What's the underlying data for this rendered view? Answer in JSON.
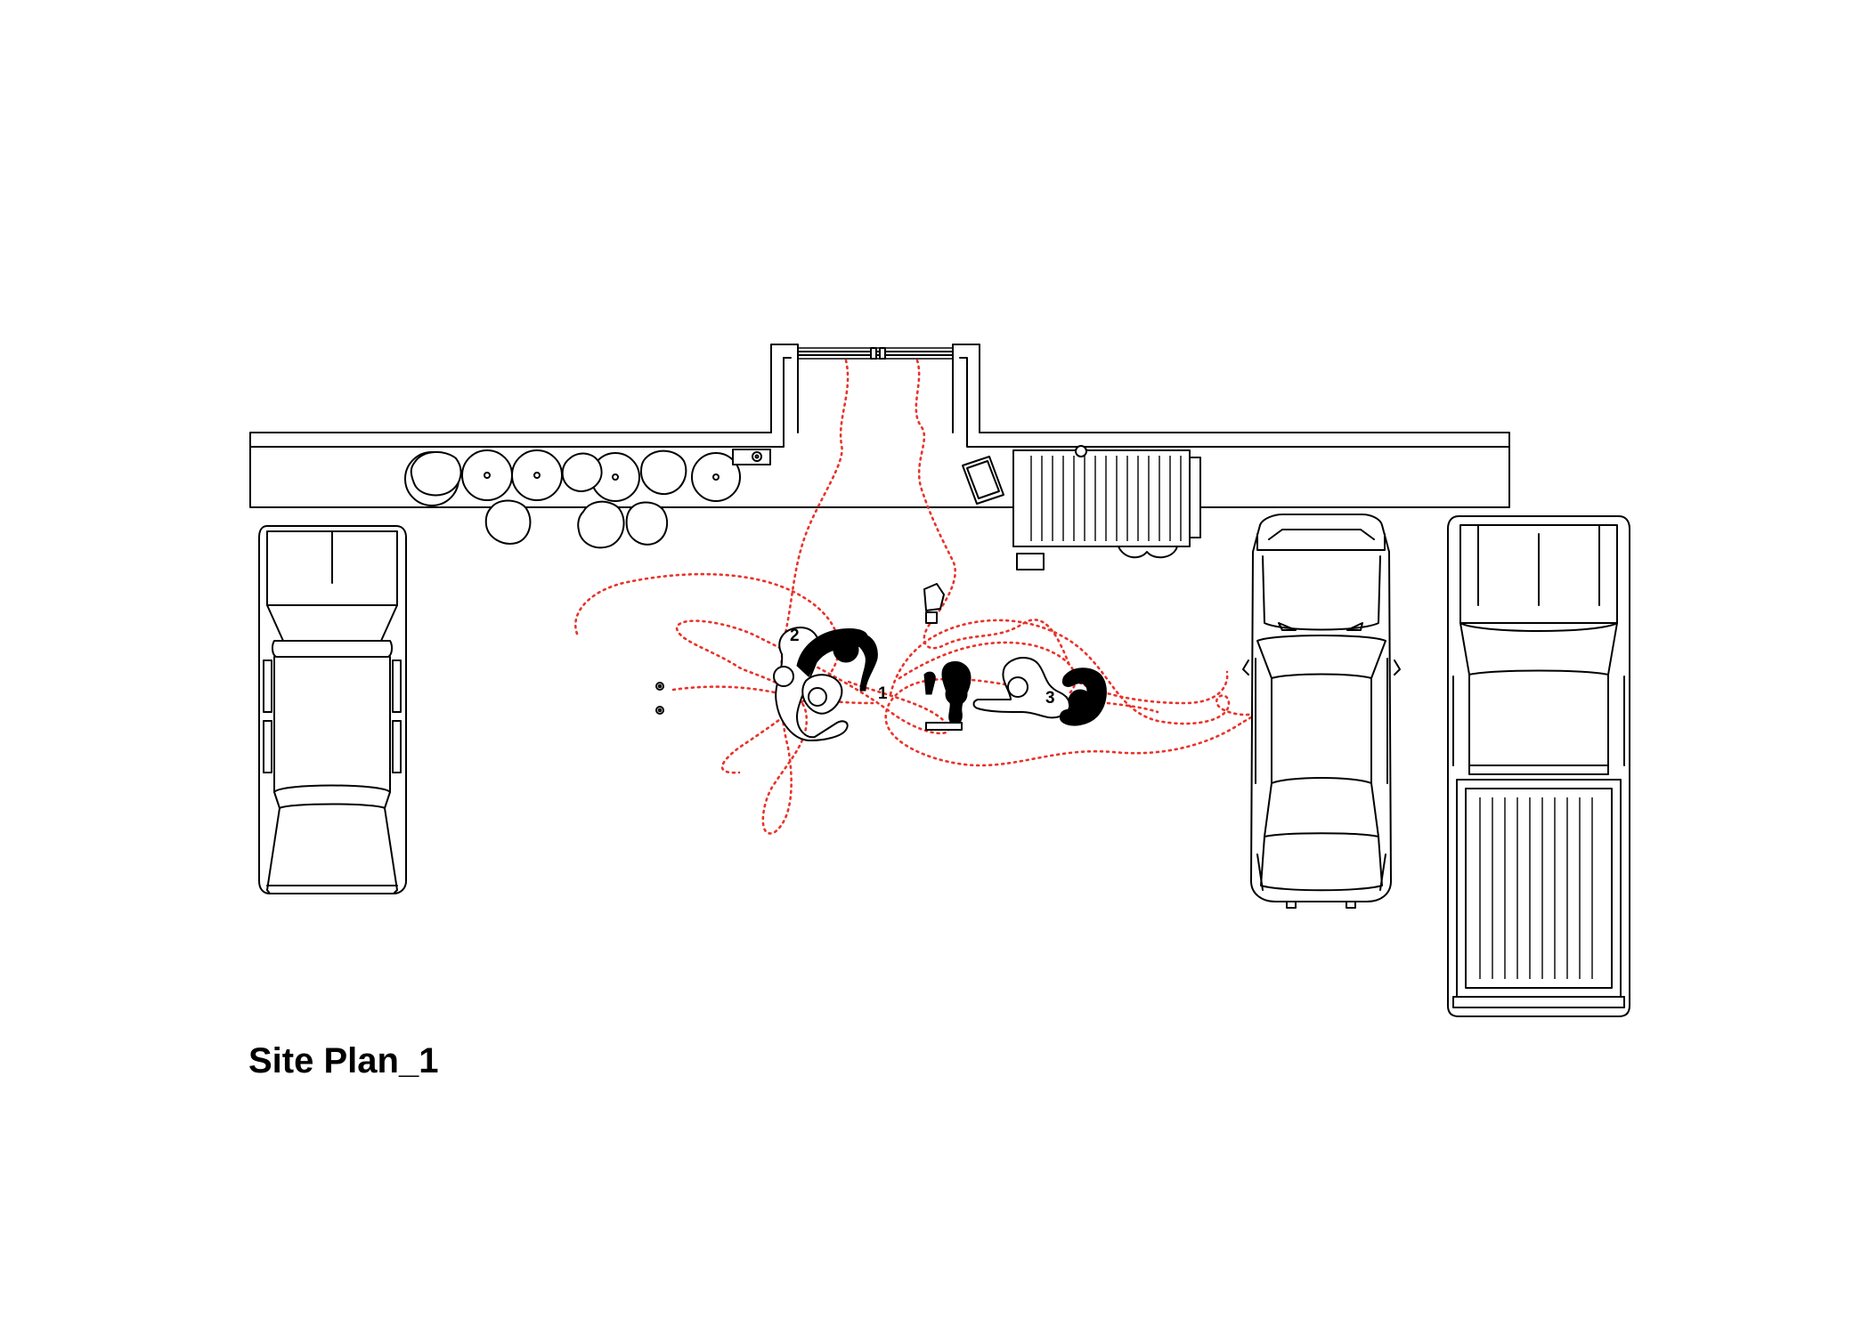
{
  "title": "Site Plan_1",
  "people_labels": [
    {
      "id": "p1",
      "label": "1"
    },
    {
      "id": "p2",
      "label": "2"
    },
    {
      "id": "p3",
      "label": "3"
    }
  ],
  "colors": {
    "line": "#000000",
    "movement_path": "#e8332a",
    "background": "#ffffff"
  }
}
